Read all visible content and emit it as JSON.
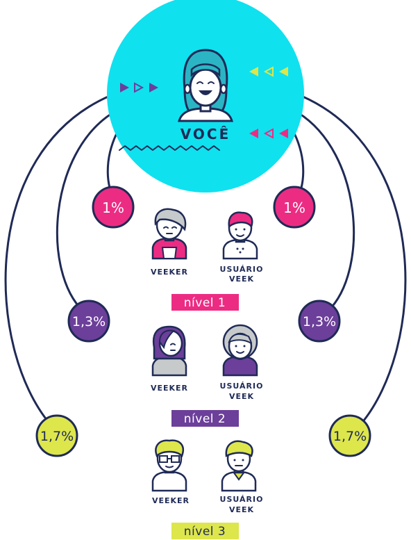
{
  "center": {
    "label": "VOCÊ"
  },
  "colors": {
    "navy": "#1f2a56",
    "cyan": "#0fe1ef",
    "pink": "#ec2c83",
    "purple": "#6c3f9a",
    "lime": "#dde64b"
  },
  "badges": {
    "level1": "1%",
    "level2": "1,3%",
    "level3": "1,7%"
  },
  "levels": [
    {
      "label": "nível 1",
      "left_person": "VEEKER",
      "right_person_line1": "USUÁRIO",
      "right_person_line2": "VEEK"
    },
    {
      "label": "nível 2",
      "left_person": "VEEKER",
      "right_person_line1": "USUÁRIO",
      "right_person_line2": "VEEK"
    },
    {
      "label": "nível 3",
      "left_person": "VEEKER",
      "right_person_line1": "USUÁRIO",
      "right_person_line2": "VEEK"
    }
  ]
}
